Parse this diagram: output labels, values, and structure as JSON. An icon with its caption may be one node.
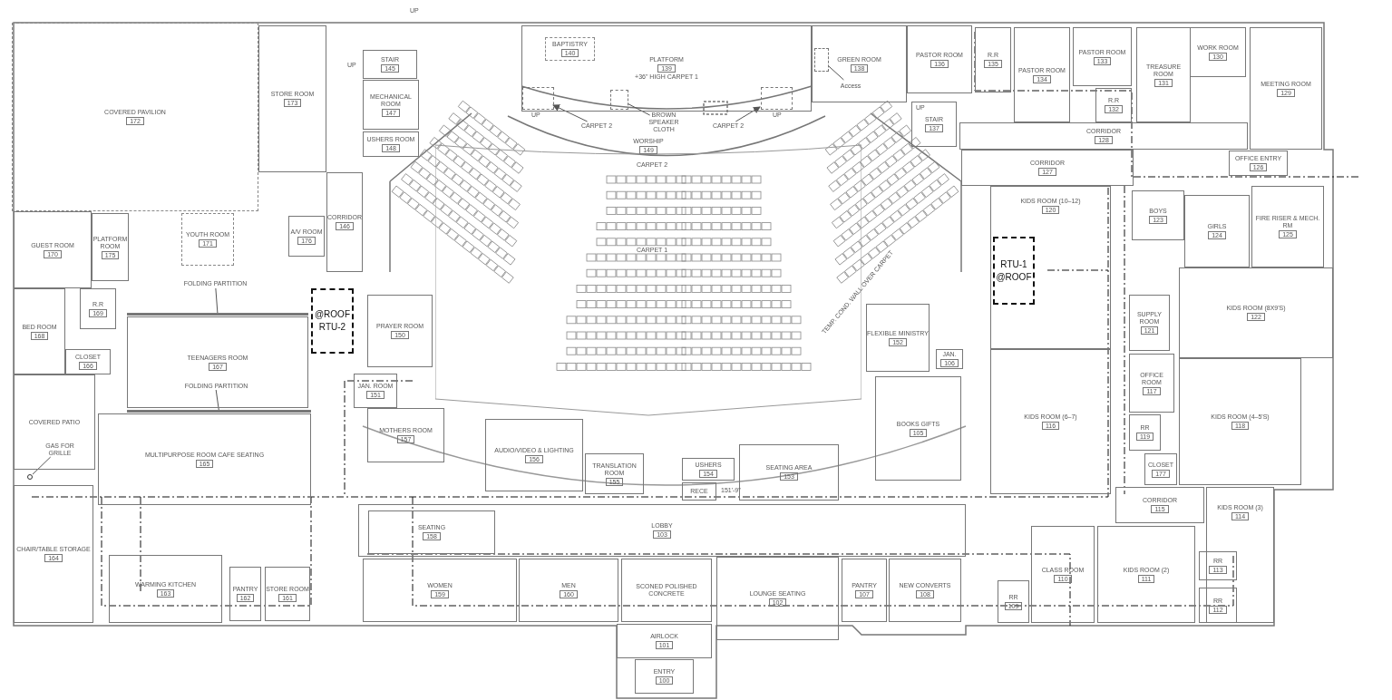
{
  "diagram": {
    "nodes": [
      {
        "text": [
          "COVERED PAVILION",
          "172"
        ]
      },
      {
        "text": [
          "STORE ROOM",
          "173"
        ]
      },
      {
        "text": [
          "GUEST ROOM",
          "170"
        ]
      },
      {
        "text": [
          "PLATFORM ROOM",
          "175"
        ]
      },
      {
        "text": [
          "YOUTH ROOM",
          "171"
        ]
      },
      {
        "text": [
          "A/V ROOM",
          "176"
        ]
      },
      {
        "text": [
          "CORRIDOR",
          "146"
        ]
      },
      {
        "text": [
          "BED ROOM",
          "168"
        ]
      },
      {
        "text": [
          "R.R",
          "169"
        ]
      },
      {
        "text": [
          "CLOSET",
          "166"
        ]
      },
      {
        "text": [
          "TEENAGERS ROOM",
          "167"
        ]
      },
      {
        "text": [
          "COVERED PATIO"
        ]
      },
      {
        "text": [
          "GAS FOR GRILLE"
        ],
        "in": 11
      },
      {
        "text": [
          "MULTIPURPOSE ROOM CAFE SEATING",
          "165"
        ]
      },
      {
        "text": [
          "CHAIR/TABLE STORAGE",
          "164"
        ]
      },
      {
        "text": [
          "WARMING KITCHEN",
          "163"
        ]
      },
      {
        "text": [
          "PANTRY",
          "162"
        ]
      },
      {
        "text": [
          "STORE ROOM",
          "161"
        ]
      },
      {
        "text": [
          "@ROOF",
          "RTU-2"
        ]
      },
      {
        "text": [
          "STAIR",
          "145"
        ]
      },
      {
        "text": [
          "MECHANICAL ROOM",
          "147"
        ]
      },
      {
        "text": [
          "USHERS ROOM",
          "148"
        ]
      },
      {
        "text": [
          "PLATFORM",
          "139",
          "+36\" HIGH CARPET 1"
        ]
      },
      {
        "text": [
          "BAPTISTRY",
          "140"
        ],
        "in": 22
      },
      {
        "text": [
          "WORSHIP",
          "149"
        ]
      },
      {
        "text": [
          "GREEN ROOM",
          "138"
        ]
      },
      {
        "text": [
          "Access"
        ],
        "in": 25
      },
      {
        "text": [
          "PASTOR ROOM",
          "136"
        ]
      },
      {
        "text": [
          "R.R",
          "135"
        ]
      },
      {
        "text": [
          "PASTOR ROOM",
          "134"
        ]
      },
      {
        "text": [
          "PASTOR ROOM",
          "133"
        ]
      },
      {
        "text": [
          "R.R",
          "132"
        ]
      },
      {
        "text": [
          "TREASURE ROOM",
          "131"
        ]
      },
      {
        "text": [
          "WORK ROOM",
          "130"
        ]
      },
      {
        "text": [
          "MEETING ROOM",
          "129"
        ]
      },
      {
        "text": [
          "STAIR",
          "137"
        ]
      },
      {
        "text": [
          "CORRIDOR",
          "128"
        ]
      },
      {
        "text": [
          "CORRIDOR",
          "127"
        ]
      },
      {
        "text": [
          "OFFICE ENTRY",
          "126"
        ]
      },
      {
        "text": [
          "KIDS ROOM (10–12)",
          "120"
        ]
      },
      {
        "text": [
          "RTU-1",
          "@ROOF"
        ],
        "in": 39
      },
      {
        "text": [
          "BOYS",
          "123"
        ]
      },
      {
        "text": [
          "GIRLS",
          "124"
        ]
      },
      {
        "text": [
          "FIRE RISER & MECH. RM",
          "125"
        ]
      },
      {
        "text": [
          "SUPPLY ROOM",
          "121"
        ]
      },
      {
        "text": [
          "KIDS ROOM (8X9'S)",
          "122"
        ]
      },
      {
        "text": [
          "OFFICE ROOM",
          "117"
        ]
      },
      {
        "text": [
          "RR",
          "119"
        ]
      },
      {
        "text": [
          "KIDS ROOM (4–5'S)",
          "118"
        ]
      },
      {
        "text": [
          "KIDS ROOM (6–7)",
          "116"
        ]
      },
      {
        "text": [
          "CLOSET",
          "177"
        ]
      },
      {
        "text": [
          "CORRIDOR",
          "115"
        ]
      },
      {
        "text": [
          "KIDS ROOM (3)",
          "114"
        ]
      },
      {
        "text": [
          "RR",
          "109"
        ]
      },
      {
        "text": [
          "CLASS ROOM",
          "110"
        ]
      },
      {
        "text": [
          "KIDS ROOM (2)",
          "111"
        ]
      },
      {
        "text": [
          "RR",
          "113"
        ]
      },
      {
        "text": [
          "RR",
          "112"
        ]
      },
      {
        "text": [
          "PRAYER ROOM",
          "150"
        ]
      },
      {
        "text": [
          "JAN. ROOM",
          "151"
        ]
      },
      {
        "text": [
          "MOTHERS ROOM",
          "157"
        ]
      },
      {
        "text": [
          "AUDIO/VIDEO & LIGHTING",
          "156"
        ]
      },
      {
        "text": [
          "TRANSLATION ROOM",
          "155"
        ]
      },
      {
        "text": [
          "USHERS",
          "154"
        ]
      },
      {
        "text": [
          "RECE"
        ]
      },
      {
        "text": [
          "SEATING AREA",
          "153"
        ]
      },
      {
        "text": [
          "FLEXIBLE MINISTRY",
          "152"
        ]
      },
      {
        "text": [
          "JAN.",
          "106"
        ]
      },
      {
        "text": [
          "BOOKS GIFTS",
          "105"
        ]
      },
      {
        "text": [
          "LOBBY",
          "103"
        ]
      },
      {
        "text": [
          "SEATING",
          "158"
        ],
        "in": 69
      },
      {
        "text": [
          "WOMEN",
          "159"
        ]
      },
      {
        "text": [
          "MEN",
          "160"
        ]
      },
      {
        "text": [
          "SCONED POLISHED CONCRETE"
        ]
      },
      {
        "text": [
          "LOUNGE SEATING",
          "102"
        ]
      },
      {
        "text": [
          "PANTRY",
          "107"
        ]
      },
      {
        "text": [
          "NEW CONVERTS",
          "108"
        ]
      },
      {
        "text": [
          "AIRLOCK",
          "101"
        ]
      },
      {
        "text": [
          "ENTRY",
          "100"
        ]
      },
      {
        "text": [
          "FOLDING PARTITION"
        ]
      },
      {
        "text": [
          "FOLDING PARTITION"
        ],
        "in": 10
      },
      {
        "text": [
          "CARPET 2"
        ]
      },
      {
        "text": [
          "BROWN SPEAKER CLOTH"
        ]
      },
      {
        "text": [
          "CARPET 2"
        ]
      },
      {
        "text": [],
        "shape": "bar"
      },
      {
        "text": [],
        "shape": "bar"
      },
      {
        "text": [],
        "shape": "circle"
      },
      {
        "text": [],
        "shape": "box",
        "in": 25
      },
      {
        "text": [],
        "shape": "box",
        "in": 22
      },
      {
        "text": [],
        "shape": "box",
        "in": 22
      },
      {
        "text": [],
        "shape": "box",
        "in": 22
      }
    ],
    "edges": [
      {
        "from": 79,
        "to": 84,
        "arrow": "none"
      },
      {
        "from": 80,
        "to": 85,
        "arrow": "none"
      },
      {
        "from": 12,
        "to": 86,
        "arrow": "none"
      },
      {
        "from": 26,
        "to": 87,
        "arrow": "none"
      },
      {
        "from": 81,
        "to": 88,
        "arrow": "to"
      },
      {
        "from": 82,
        "to": 89,
        "arrow": "none"
      },
      {
        "from": 83,
        "to": 90,
        "arrow": "to"
      }
    ],
    "labels": [
      "UP",
      "UP",
      "UP",
      "UP",
      "CARPET 2",
      "CARPET 1",
      "UP",
      "TEMP. COND. WALL OVER CARPET",
      "151'-9\""
    ]
  }
}
